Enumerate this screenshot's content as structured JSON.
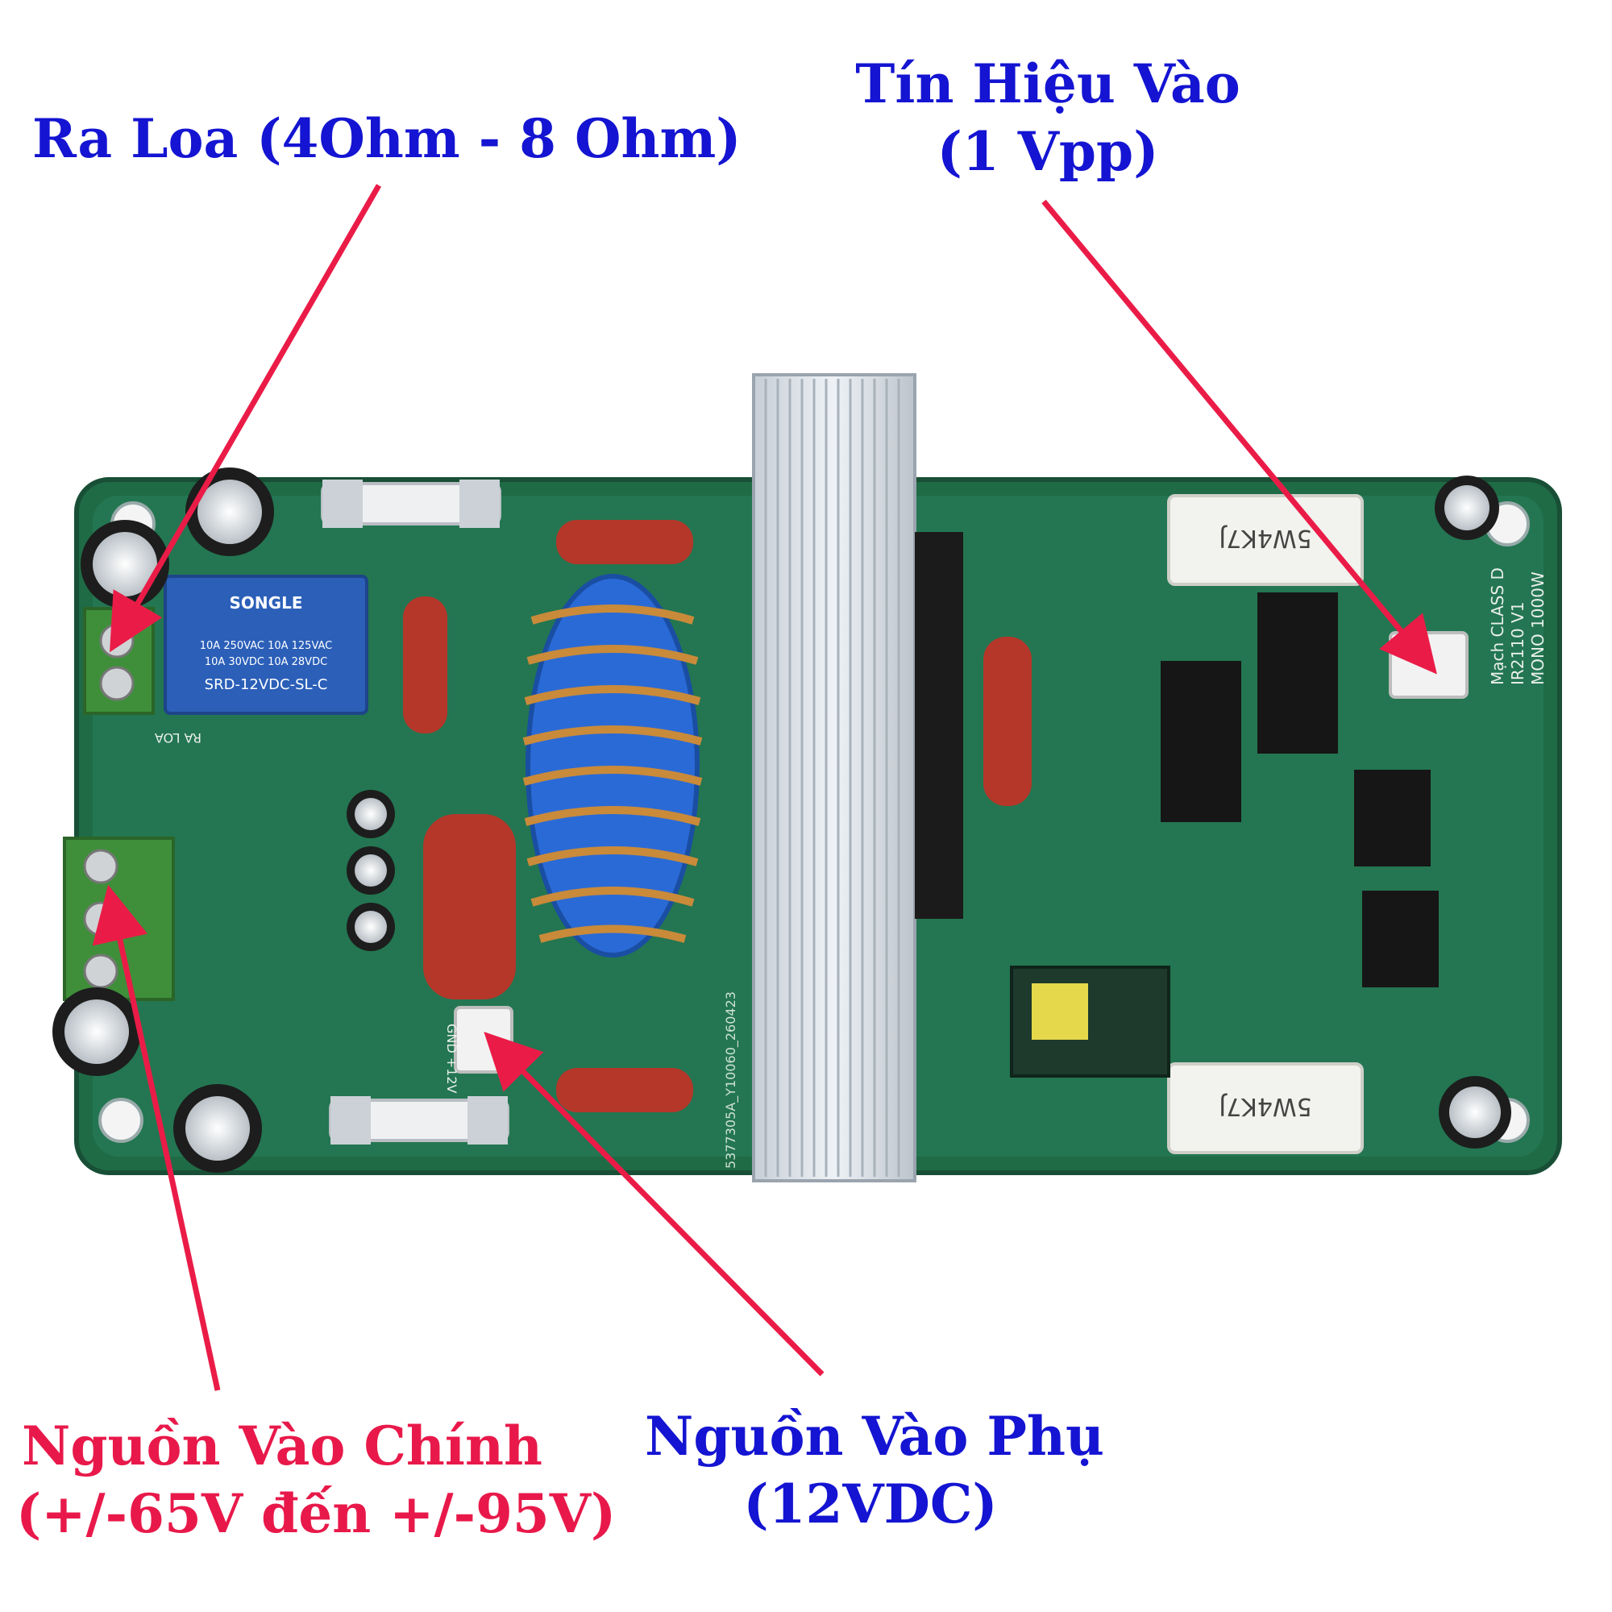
{
  "colors": {
    "label_blue": "#1414d2",
    "label_red": "#e8194a",
    "arrow": "#ea1c47",
    "pcb_green": "#1f6b46",
    "heatsink": "#d9dfe6",
    "inductor_core": "#2a6ad6",
    "copper": "#c98a3a",
    "capacitor_red": "#b5372a"
  },
  "labels": {
    "speaker_out": {
      "line1": "Ra Loa (4Ohm - 8 Ohm)"
    },
    "signal_in": {
      "line1": "Tín Hiệu Vào",
      "line2": "(1 Vpp)"
    },
    "main_power": {
      "line1": "Nguồn Vào Chính",
      "line2": "(+/-65V đến +/-95V)"
    },
    "aux_power": {
      "line1": "Nguồn Vào Phụ",
      "line2": "(12VDC)"
    }
  },
  "board": {
    "relay_brand": "SONGLE",
    "relay_rating_1": "10A 250VAC  10A 125VAC",
    "relay_rating_2": "10A 30VDC   10A 28VDC",
    "relay_model": "SRD-12VDC-SL-C",
    "resistor_marking": "5W4K7J",
    "board_title_1": "Mạch CLASS D",
    "board_title_2": "IR2110 V1",
    "board_title_3": "MONO 1000W",
    "silk_speaker": "RA LOA",
    "silk_gnd_12v": "GND +12V",
    "silk_code": "5377305A_Y10060_260423"
  }
}
